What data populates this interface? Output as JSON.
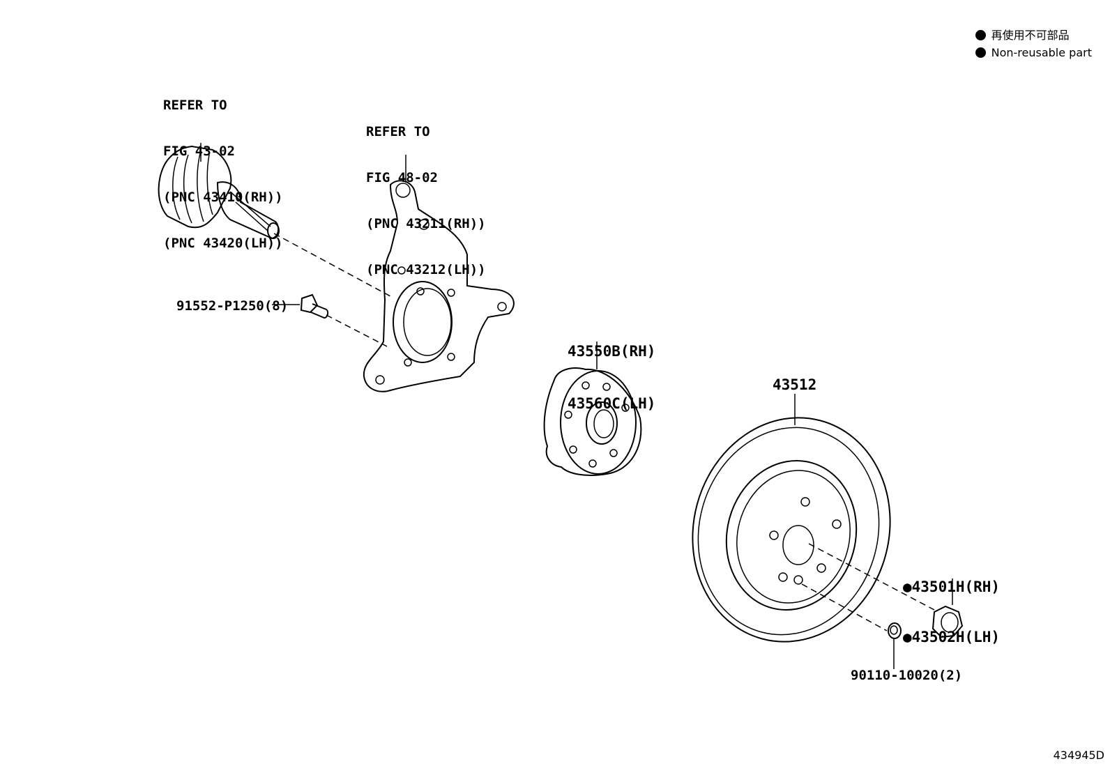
{
  "legend": {
    "items": [
      {
        "text": "再使用不可部品"
      },
      {
        "text": "Non-reusable part"
      }
    ]
  },
  "figure_code": "434945D",
  "callouts": {
    "drive_shaft": [
      "REFER TO",
      "FIG 43-02",
      "(PNC 43410(RH))",
      "(PNC 43420(LH))"
    ],
    "knuckle": [
      "REFER TO",
      "FIG 48-02",
      "(PNC 43211(RH))",
      "(PNC 43212(LH))"
    ],
    "bolt": "91552-P1250(8)",
    "hub": [
      "43550B(RH)",
      "43560C(LH)"
    ],
    "disc": "43512",
    "nut": [
      "●43501H(RH)",
      "●43502H(LH)"
    ],
    "screw": "90110-10020(2)"
  }
}
